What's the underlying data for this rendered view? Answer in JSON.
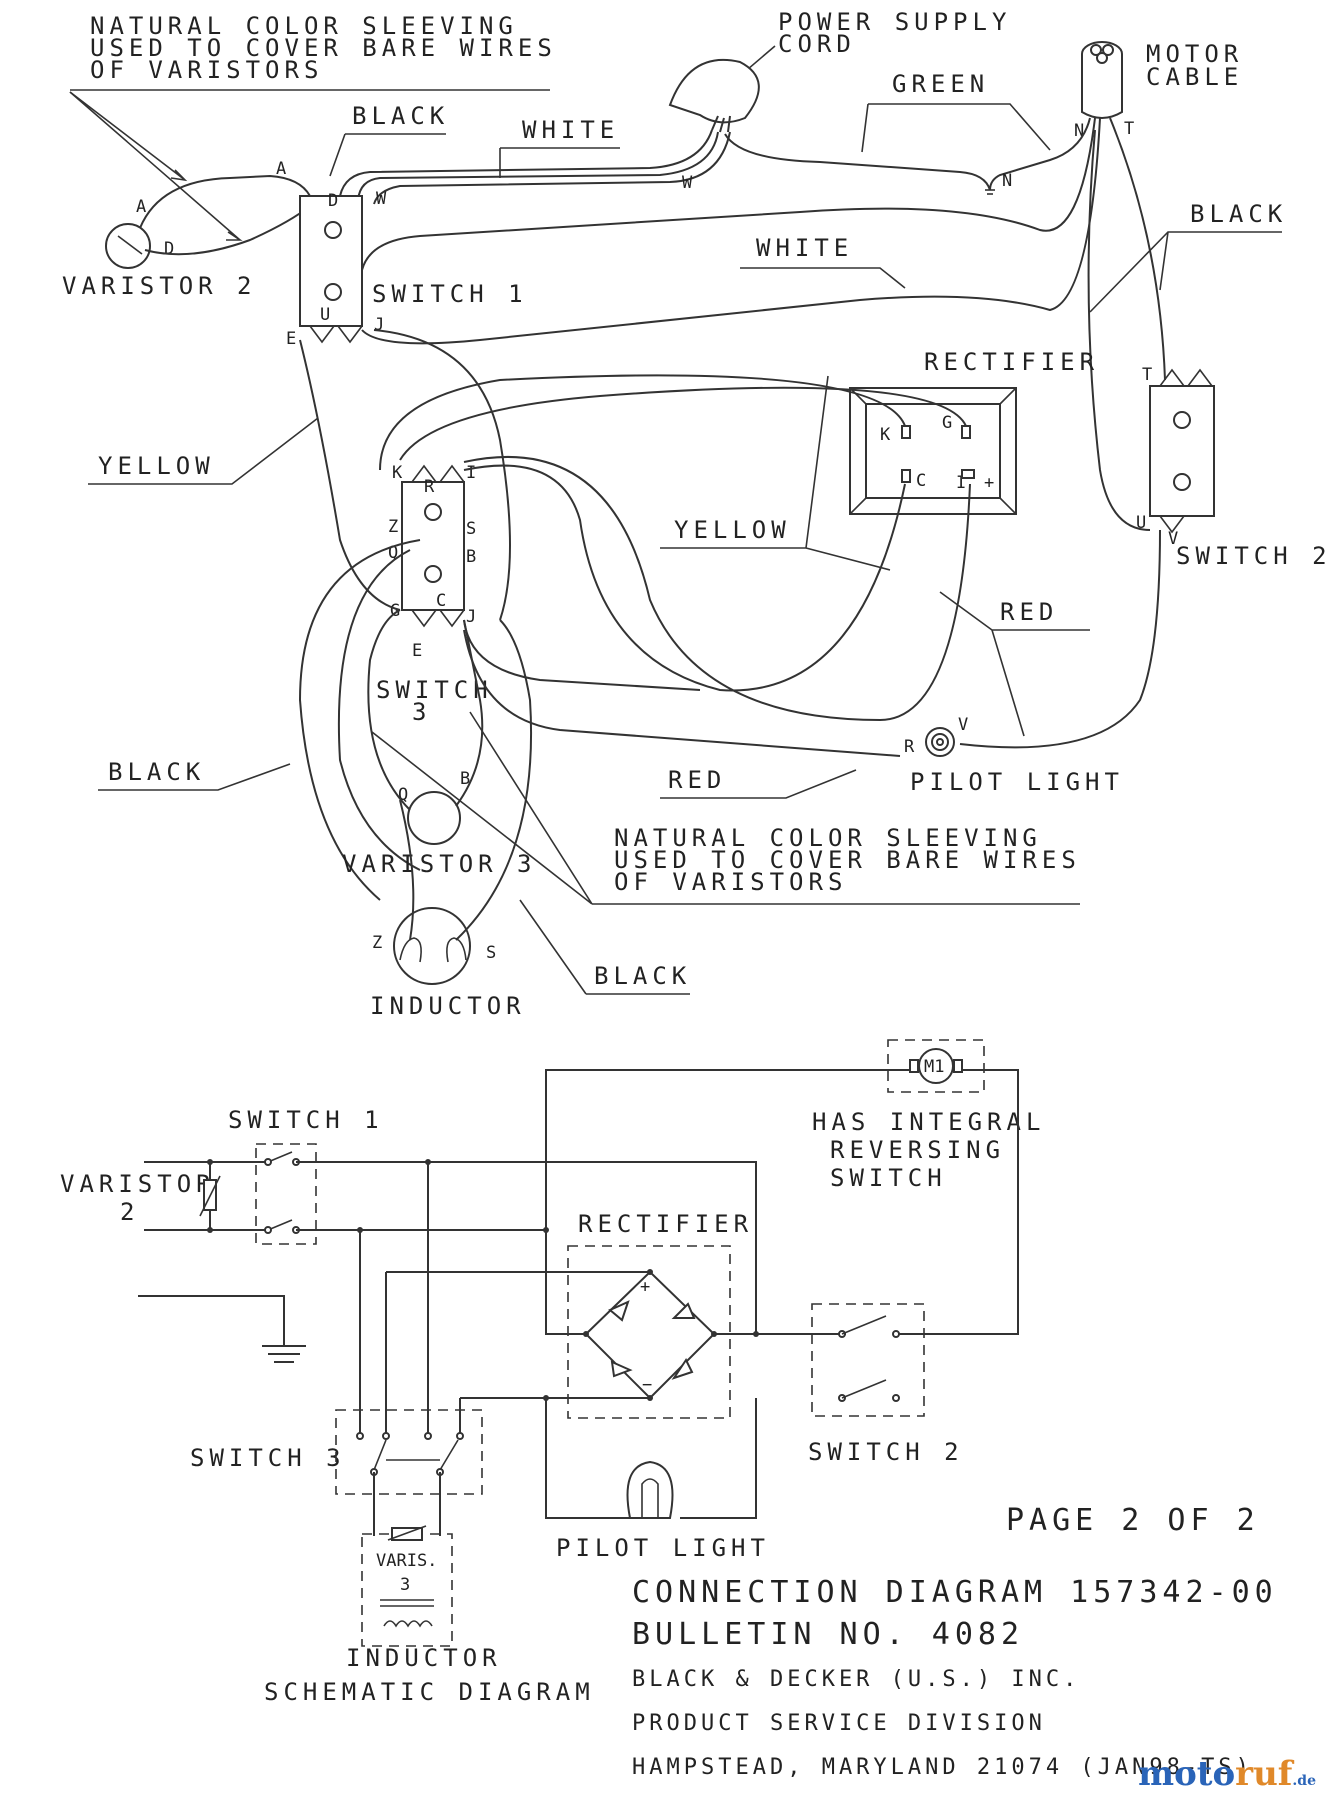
{
  "wiring": {
    "sleeving_top": [
      "NATURAL COLOR SLEEVING",
      "USED TO COVER BARE WIRES",
      "OF VARISTORS"
    ],
    "sleeving_mid": [
      "NATURAL COLOR SLEEVING",
      "USED TO COVER BARE WIRES",
      "OF VARISTORS"
    ],
    "power_cord": [
      "POWER SUPPLY",
      "CORD"
    ],
    "motor_cable": [
      "MOTOR",
      "CABLE"
    ],
    "wire_labels": {
      "green": "GREEN",
      "black_top": "BLACK",
      "white_top": "WHITE",
      "white_mid": "WHITE",
      "black_right": "BLACK",
      "yellow_left": "YELLOW",
      "yellow_mid": "YELLOW",
      "red_right": "RED",
      "red_bottom": "RED",
      "black_left": "BLACK",
      "black_bottom": "BLACK"
    },
    "components": {
      "varistor2": "VARISTOR 2",
      "switch1": "SWITCH 1",
      "rectifier": "RECTIFIER",
      "switch2": "SWITCH 2",
      "switch3": [
        "SWITCH",
        "3"
      ],
      "pilot_light": "PILOT LIGHT",
      "varistor3": "VARISTOR 3",
      "inductor": "INDUCTOR"
    },
    "pins": {
      "A": "A",
      "D": "D",
      "W": "W",
      "E": "E",
      "U": "U",
      "J": "J",
      "N": "N",
      "T": "T",
      "K": "K",
      "G": "G",
      "C": "C",
      "I": "I",
      "plus": "+",
      "R": "R",
      "Z": "Z",
      "S": "S",
      "Q": "Q",
      "B": "B",
      "V": "V"
    }
  },
  "schematic": {
    "switch1": "SWITCH 1",
    "varistor": [
      "VARISTOR",
      "2"
    ],
    "motor": "M1",
    "motor_note": [
      "HAS INTEGRAL",
      "REVERSING",
      "SWITCH"
    ],
    "rectifier": "RECTIFIER",
    "plus": "+",
    "minus": "−",
    "switch2": "SWITCH 2",
    "switch3": "SWITCH 3",
    "varis3": [
      "VARIS.",
      "3"
    ],
    "inductor": "INDUCTOR",
    "pilot_light": "PILOT LIGHT",
    "caption": "SCHEMATIC DIAGRAM"
  },
  "title_block": {
    "page": "PAGE 2 OF 2",
    "lines": [
      "CONNECTION DIAGRAM 157342-00",
      "BULLETIN NO. 4082",
      "BLACK & DECKER (U.S.) INC.",
      "PRODUCT SERVICE DIVISION",
      "HAMPSTEAD, MARYLAND 21074 (JAN98-TS)"
    ]
  },
  "watermark": {
    "a": "moto",
    "b": "ruf",
    "c": ".de"
  }
}
